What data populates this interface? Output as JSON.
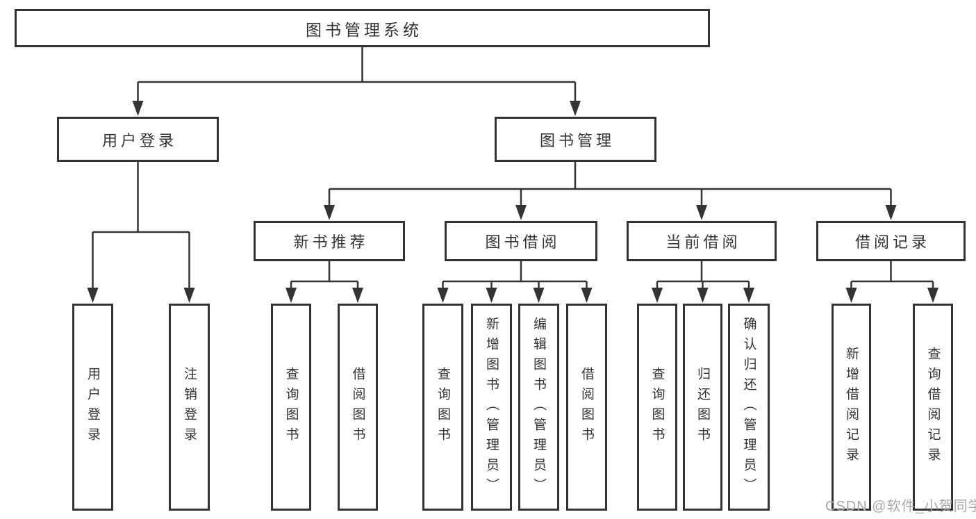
{
  "tree": {
    "root": "图书管理系统",
    "children": [
      {
        "label": "用户登录",
        "children": [
          "用户登录",
          "注销登录"
        ]
      },
      {
        "label": "图书管理",
        "children": [
          {
            "label": "新书推荐",
            "children": [
              "查询图书",
              "借阅图书"
            ]
          },
          {
            "label": "图书借阅",
            "children": [
              "查询图书",
              "新增图书（管理员）",
              "编辑图书（管理员）",
              "借阅图书"
            ]
          },
          {
            "label": "当前借阅",
            "children": [
              "查询图书",
              "归还图书",
              "确认归还（管理员）"
            ]
          },
          {
            "label": "借阅记录",
            "children": [
              "新增借阅记录",
              "查询借阅记录"
            ]
          }
        ]
      }
    ]
  },
  "watermark": {
    "text": "CSDN @软件_小贺同学",
    "color": "#a8a8a8"
  },
  "colors": {
    "line": "#333333",
    "box_border": "#333333",
    "box_fill": "#ffffff",
    "text": "#333333"
  }
}
